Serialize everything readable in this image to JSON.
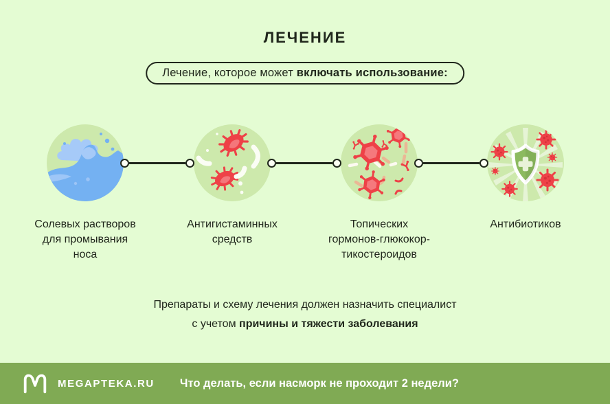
{
  "title": {
    "text": "ЛЕЧЕНИЕ"
  },
  "subtitle": {
    "regular": "Лечение, которое может",
    "bold": "включать использование:"
  },
  "items": [
    {
      "icon": "saline-wave-icon",
      "label": "Солевых растворов\nдля промывания\nноса"
    },
    {
      "icon": "microbes-icon",
      "label": "Антигистаминных\nсредств"
    },
    {
      "icon": "viruses-icon",
      "label": "Топических\nгормонов-глюкокор-\nтикостероидов"
    },
    {
      "icon": "shield-viruses-icon",
      "label": "Антибиотиков"
    }
  ],
  "note": {
    "line1": "Препараты и схему лечения должен назначить специалист",
    "line2_regular": "с учетом",
    "line2_bold": "причины и тяжести заболевания"
  },
  "footer": {
    "brand": "MEGAPTEKA.RU",
    "question": "Что делать, если насморк не проходит 2 недели?"
  },
  "colors": {
    "background": "#e4fcd3",
    "circle_background": "#cde9ac",
    "ink": "#20271c",
    "red": "#ee4147",
    "red_light": "#f4777b",
    "red_dark": "#d53238",
    "blue": "#74b1f2",
    "blue_light": "#a6caf8",
    "shield_green": "#8cba5f",
    "footer_background": "#80aa54",
    "footer_text": "#ffffff"
  }
}
